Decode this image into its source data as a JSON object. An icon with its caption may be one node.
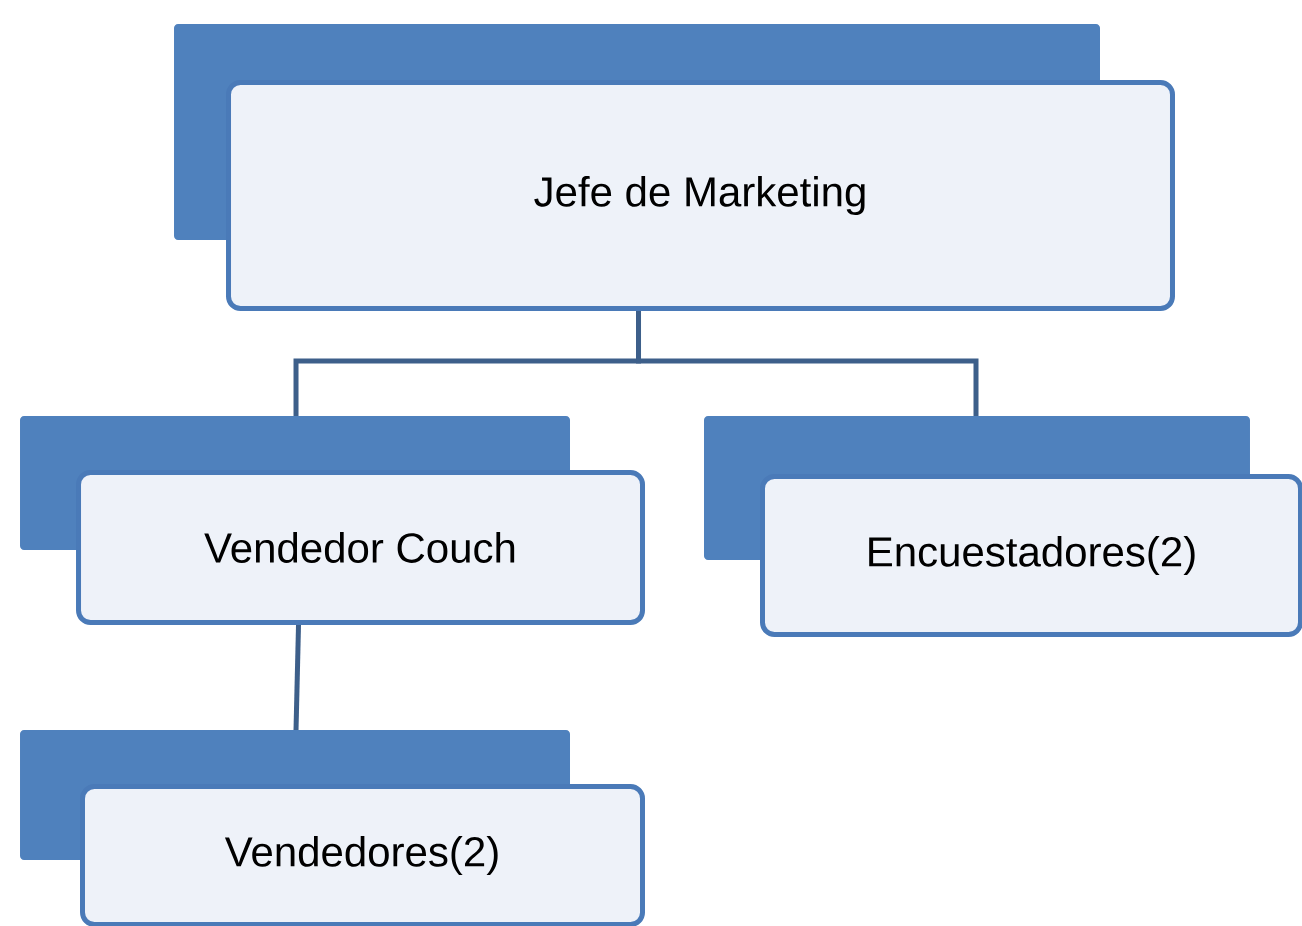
{
  "diagram": {
    "nodes": [
      {
        "text": [
          "Jefe de Marketing"
        ]
      },
      {
        "text": [
          "Vendedor Couch"
        ]
      },
      {
        "text": [
          "Encuestadores(2)"
        ]
      },
      {
        "text": [
          "Vendedores(2)"
        ]
      }
    ],
    "edges": [
      {
        "from": 0,
        "to": 1,
        "arrow": "none"
      },
      {
        "from": 0,
        "to": 2,
        "arrow": "none"
      },
      {
        "from": 1,
        "to": 3,
        "arrow": "none"
      }
    ]
  }
}
